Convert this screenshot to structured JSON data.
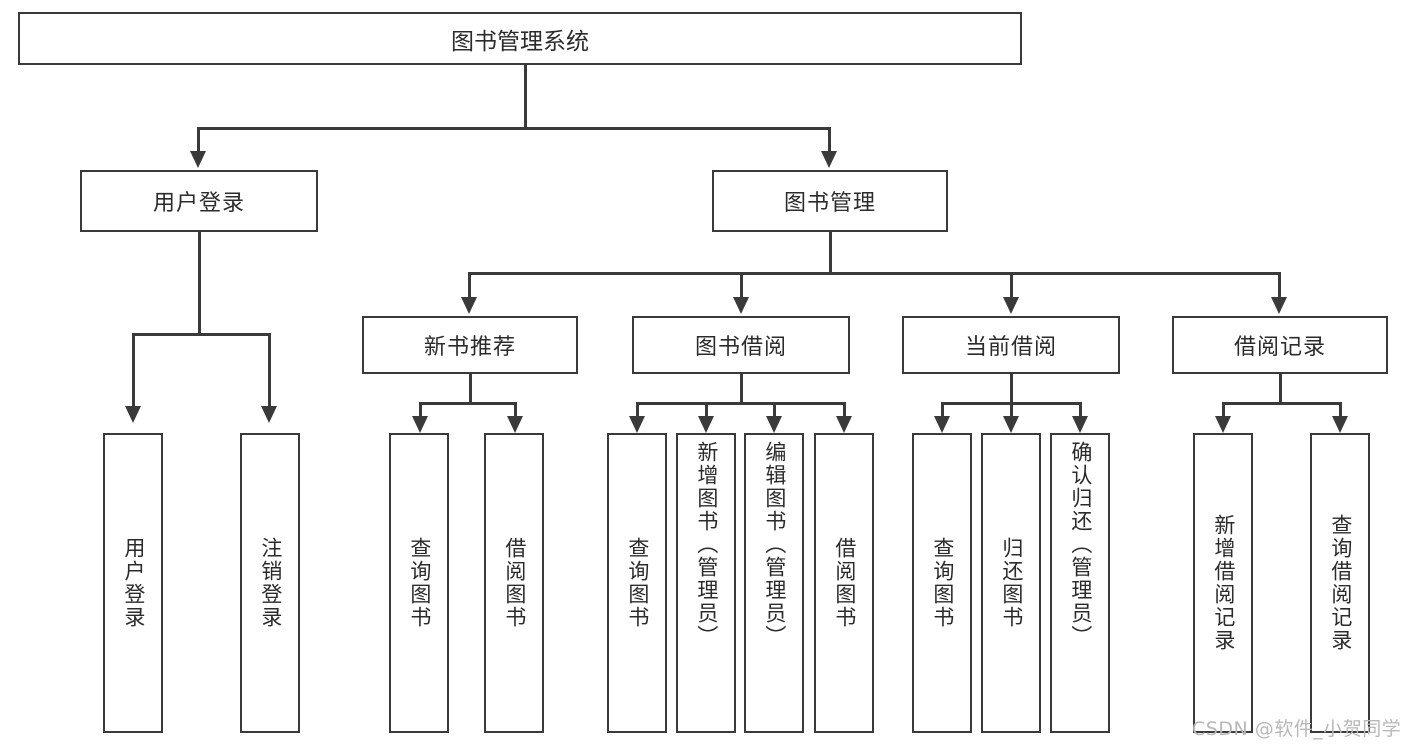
{
  "diagram": {
    "type": "tree-hierarchy",
    "title": "图书管理系统",
    "root": {
      "label": "图书管理系统"
    },
    "level2": [
      {
        "label": "用户登录"
      },
      {
        "label": "图书管理"
      }
    ],
    "level3": [
      {
        "label": "新书推荐"
      },
      {
        "label": "图书借阅"
      },
      {
        "label": "当前借阅"
      },
      {
        "label": "借阅记录"
      }
    ],
    "leaves": {
      "user_login": [
        {
          "label": "用户登录"
        },
        {
          "label": "注销登录"
        }
      ],
      "new_book_recommend": [
        {
          "label": "查询图书"
        },
        {
          "label": "借阅图书"
        }
      ],
      "book_borrow": [
        {
          "label": "查询图书"
        },
        {
          "label": "新增图书（管理员）"
        },
        {
          "label": "编辑图书（管理员）"
        },
        {
          "label": "借阅图书"
        }
      ],
      "current_borrow": [
        {
          "label": "查询图书"
        },
        {
          "label": "归还图书"
        },
        {
          "label": "确认归还（管理员）"
        }
      ],
      "borrow_record": [
        {
          "label": "新增借阅记录"
        },
        {
          "label": "查询借阅记录"
        }
      ]
    },
    "colors": {
      "line": "#3a3a3a",
      "box_border": "#3a3a3a",
      "box_fill": "#ffffff",
      "text": "#2b2b2b",
      "watermark": "#b8b8b8"
    }
  },
  "watermark": {
    "text": "CSDN @软件_小贺同学"
  }
}
